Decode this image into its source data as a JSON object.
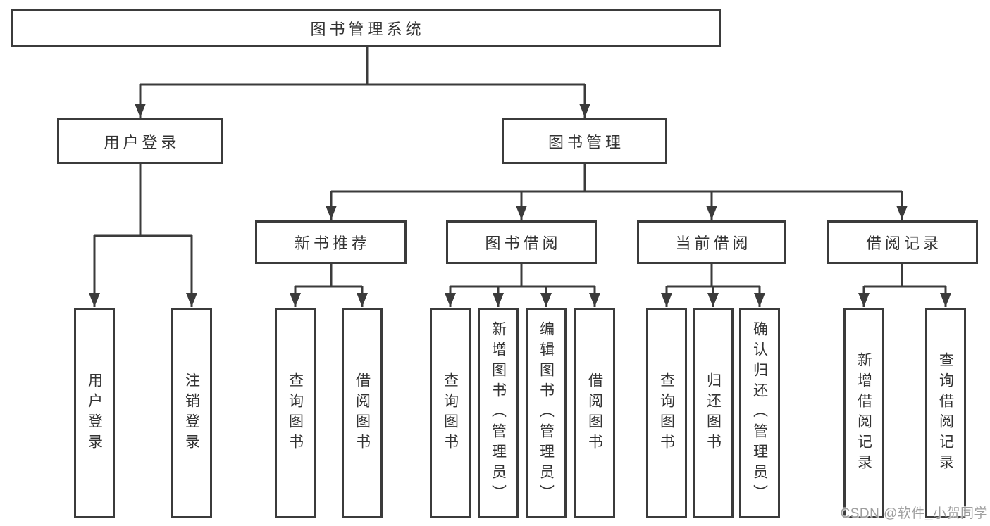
{
  "diagram": {
    "root": "图书管理系统",
    "level2": [
      "用户登录",
      "图书管理"
    ],
    "level3": [
      "新书推荐",
      "图书借阅",
      "当前借阅",
      "借阅记录"
    ],
    "leaves": [
      "用户登录",
      "注销登录",
      "查询图书",
      "借阅图书",
      "查询图书",
      "新增图书（管理员）",
      "编辑图书（管理员）",
      "借阅图书",
      "查询图书",
      "归还图书",
      "确认归还（管理员）",
      "新增借阅记录",
      "查询借阅记录"
    ]
  },
  "watermark": "CSDN @软件_小贺同学",
  "colors": {
    "line": "#3b3b3b",
    "text": "#333333",
    "box_background": "#ffffff",
    "watermark": "#9e9e9e"
  }
}
